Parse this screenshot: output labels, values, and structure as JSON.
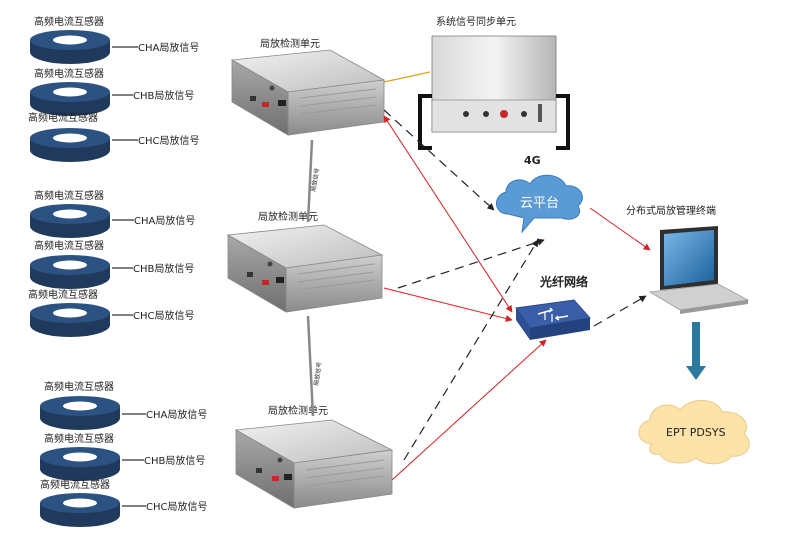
{
  "groups": [
    {
      "unit_label": "局放检测单元",
      "sensors": [
        {
          "label": "高频电流互感器",
          "signal": "CHA局放信号"
        },
        {
          "label": "高频电流互感器",
          "signal": "CHB局放信号"
        },
        {
          "label": "高频电流互感器",
          "signal": "CHC局放信号"
        }
      ]
    },
    {
      "unit_label": "局放检测单元",
      "sensors": [
        {
          "label": "高频电流互感器",
          "signal": "CHA局放信号"
        },
        {
          "label": "高频电流互感器",
          "signal": "CHB局放信号"
        },
        {
          "label": "高频电流互感器",
          "signal": "CHC局放信号"
        }
      ]
    },
    {
      "unit_label": "局放检测单元",
      "sensors": [
        {
          "label": "高频电流互感器",
          "signal": "CHA局放信号"
        },
        {
          "label": "高频电流互感器",
          "signal": "CHB局放信号"
        },
        {
          "label": "高频电流互感器",
          "signal": "CHC局放信号"
        }
      ]
    }
  ],
  "sync_unit_label": "系统信号同步单元",
  "link_labels": [
    "局放信号",
    "局放信号"
  ],
  "label_4g": "4G",
  "cloud_label": "云平台",
  "fiber_label": "光纤网络",
  "terminal_label": "分布式局放管理终端",
  "software_label": "EPT  PDSYS",
  "colors": {
    "sensor": "#1f3a5c",
    "sensor_top": "#2c5282",
    "cloud": "#5b9bd5",
    "switch": "#3a5fa8",
    "arrow_red": "#d62020",
    "arrow_dark": "#222222",
    "download_arrow": "#2a7aa0",
    "software_cloud": "#fde3a7",
    "sync_wire": "#e0a020"
  }
}
